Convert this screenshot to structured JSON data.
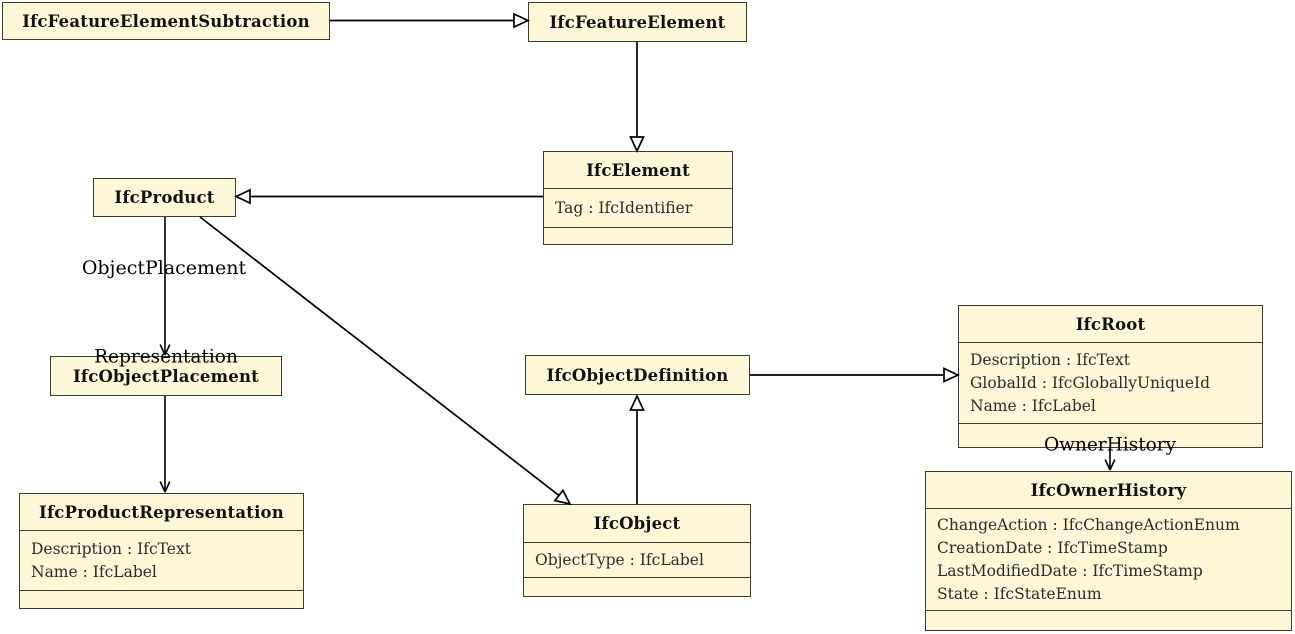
{
  "classes": [
    {
      "name": "IfcFeatureElementSubtraction",
      "attributes": []
    },
    {
      "name": "IfcFeatureElement",
      "attributes": []
    },
    {
      "name": "IfcElement",
      "attributes": [
        "Tag : IfcIdentifier"
      ]
    },
    {
      "name": "IfcProduct",
      "attributes": []
    },
    {
      "name": "IfcObjectPlacement",
      "attributes": []
    },
    {
      "name": "IfcProductRepresentation",
      "attributes": [
        "Description : IfcText",
        "Name : IfcLabel"
      ]
    },
    {
      "name": "IfcObjectDefinition",
      "attributes": []
    },
    {
      "name": "IfcRoot",
      "attributes": [
        "Description : IfcText",
        "GlobalId : IfcGloballyUniqueId",
        "Name : IfcLabel"
      ]
    },
    {
      "name": "IfcObject",
      "attributes": [
        "ObjectType : IfcLabel"
      ]
    },
    {
      "name": "IfcOwnerHistory",
      "attributes": [
        "ChangeAction : IfcChangeActionEnum",
        "CreationDate : IfcTimeStamp",
        "LastModifiedDate : IfcTimeStamp",
        "State : IfcStateEnum"
      ]
    }
  ],
  "edge_labels": {
    "object_placement": "ObjectPlacement",
    "representation": "Representation",
    "owner_history": "OwnerHistory"
  },
  "colors": {
    "background": "#ffffff",
    "box_fill": "#fcf8d7",
    "box_border": "#3c3c30",
    "edge": "#000000",
    "title_text": "#111111",
    "attr_text": "#2b2b2b"
  }
}
